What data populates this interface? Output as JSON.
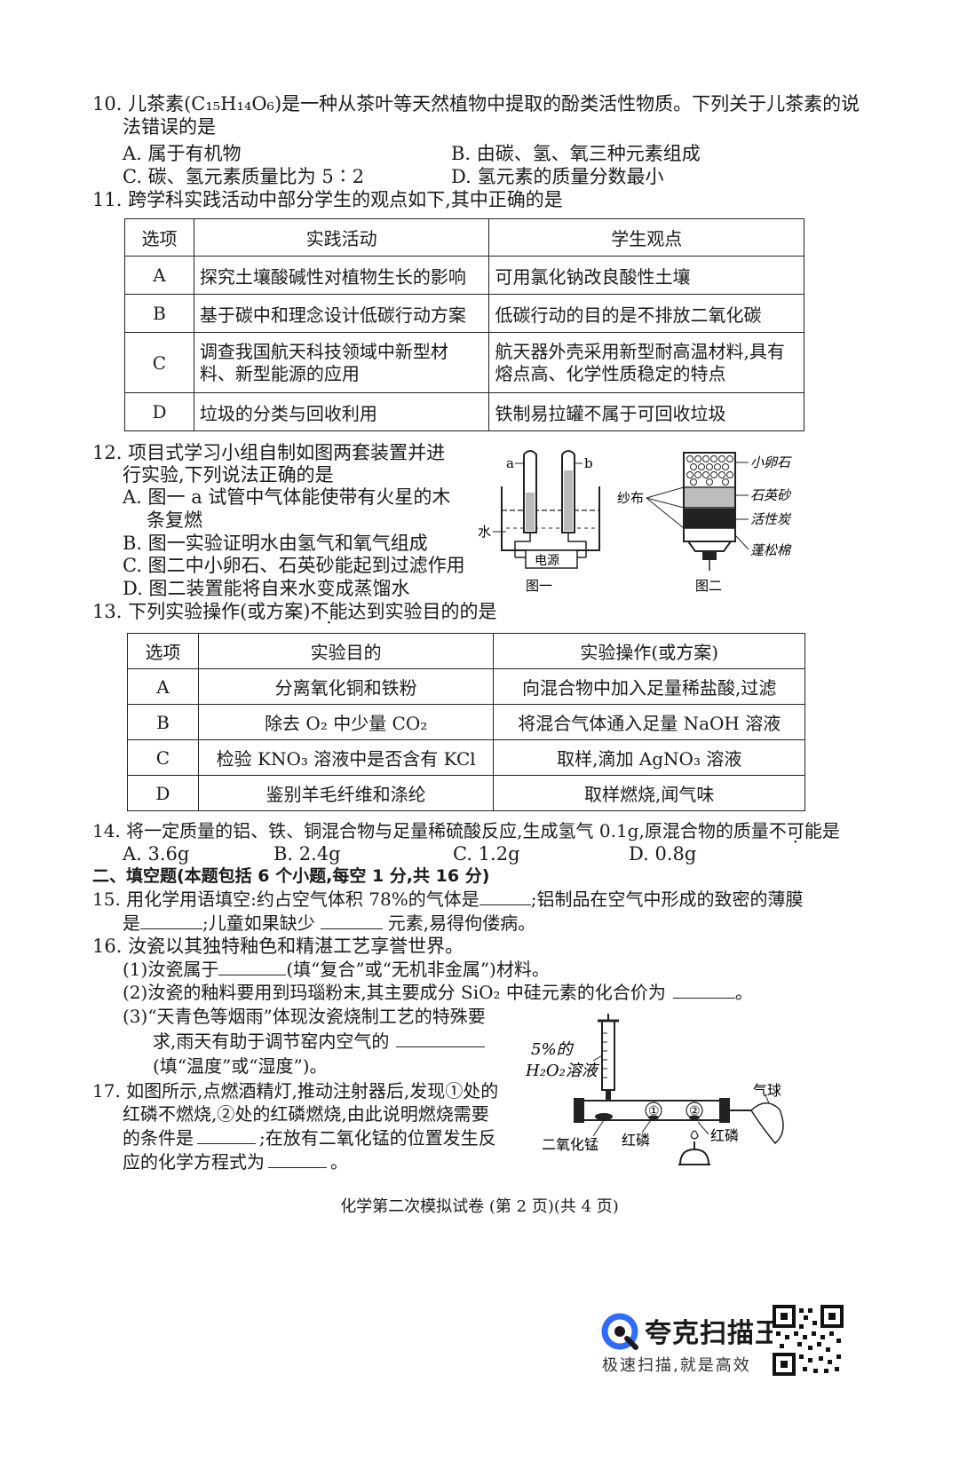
{
  "q10": {
    "stem1": "10. 儿茶素(C₁₅H₁₄O₆)是一种从茶叶等天然植物中提取的酚类活性物质。下列关于儿茶素的说",
    "stem2": "法错误的是",
    "A": "A. 属于有机物",
    "B": "B. 由碳、氢、氧三种元素组成",
    "C": "C. 碳、氢元素质量比为 5∶2",
    "D": "D. 氢元素的质量分数最小"
  },
  "q11": {
    "stem": "11. 跨学科实践活动中部分学生的观点如下,其中正确的是",
    "headers": [
      "选项",
      "实践活动",
      "学生观点"
    ],
    "rows": [
      {
        "opt": "A",
        "activity": "探究土壤酸碱性对植物生长的影响",
        "view": "可用氯化钠改良酸性土壤"
      },
      {
        "opt": "B",
        "activity": "基于碳中和理念设计低碳行动方案",
        "view": "低碳行动的目的是不排放二氧化碳"
      },
      {
        "opt": "C",
        "activity": "调查我国航天科技领域中新型材料、新型能源的应用",
        "view": "航天器外壳采用新型耐高温材料,具有熔点高、化学性质稳定的特点"
      },
      {
        "opt": "D",
        "activity": "垃圾的分类与回收利用",
        "view": "铁制易拉罐不属于可回收垃圾"
      }
    ]
  },
  "q12": {
    "stem1": "12. 项目式学习小组自制如图两套装置并进",
    "stem2": "行实验,下列说法正确的是",
    "A1": "A. 图一 a 试管中气体能使带有火星的木",
    "A2": "条复燃",
    "B": "B. 图一实验证明水由氢气和氧气组成",
    "C": "C. 图二中小卵石、石英砂能起到过滤作用",
    "D": "D. 图二装置能将自来水变成蒸馏水",
    "fig1": {
      "a": "a",
      "b": "b",
      "water": "水",
      "power": "电源",
      "caption": "图一"
    },
    "fig2": {
      "gauze": "纱布",
      "pebble": "小卵石",
      "sand": "石英砂",
      "carbon": "活性炭",
      "cotton": "蓬松棉",
      "caption": "图二"
    }
  },
  "q13": {
    "stem_pre": "13. 下列实验操作(或方案)",
    "stem_emph": "不能",
    "stem_post": "达到实验目的的是",
    "headers": [
      "选项",
      "实验目的",
      "实验操作(或方案)"
    ],
    "rows": [
      {
        "opt": "A",
        "goal": "分离氧化铜和铁粉",
        "op": "向混合物中加入足量稀盐酸,过滤"
      },
      {
        "opt": "B",
        "goal": "除去 O₂ 中少量 CO₂",
        "op": "将混合气体通入足量 NaOH 溶液"
      },
      {
        "opt": "C",
        "goal": "检验 KNO₃ 溶液中是否含有 KCl",
        "op": "取样,滴加 AgNO₃ 溶液"
      },
      {
        "opt": "D",
        "goal": "鉴别羊毛纤维和涤纶",
        "op": "取样燃烧,闻气味"
      }
    ]
  },
  "q14": {
    "stem_pre": "14. 将一定质量的铝、铁、铜混合物与足量稀硫酸反应,生成氢气 0.1g,原混合物的质量",
    "stem_emph": "不可能",
    "stem_post": "是",
    "A": "A. 3.6g",
    "B": "B. 2.4g",
    "C": "C. 1.2g",
    "D": "D. 0.8g"
  },
  "section2": "二、填空题(本题包括 6 个小题,每空 1 分,共 16 分)",
  "q15": {
    "l1a": "15. 用化学用语填空:约占空气体积 78%的气体是",
    "l1b": ";铝制品在空气中形成的致密的薄膜",
    "l2a": "是",
    "l2b": ";儿童如果缺少",
    "l2c": "元素,易得佝偻病。"
  },
  "q16": {
    "stem": "16. 汝瓷以其独特釉色和精湛工艺享誉世界。",
    "p1a": "(1)汝瓷属于",
    "p1b": "(填“复合”或“无机非金属”)材料。",
    "p2a": "(2)汝瓷的釉料要用到玛瑙粉末,其主要成分 SiO₂ 中硅元素的化合价为",
    "p2b": "。",
    "p3a": "(3)“天青色等烟雨”体现汝瓷烧制工艺的特殊要",
    "p3b": "求,雨天有助于调节窑内空气的",
    "p3c": "(填“温度”或“湿度”)。"
  },
  "q17": {
    "l1": "17. 如图所示,点燃酒精灯,推动注射器后,发现①处的",
    "l2": "红磷不燃烧,②处的红磷燃烧,由此说明燃烧需要",
    "l3a": "的条件是",
    "l3b": ";在放有二氧化锰的位置发生反",
    "l4a": "应的化学方程式为",
    "l4b": "。",
    "fig": {
      "h2o2": "5%的",
      "h2o2b": "H₂O₂溶液",
      "balloon": "气球",
      "mno2": "二氧化锰",
      "p1": "红磷",
      "p2": "红磷",
      "n1": "①",
      "n2": "②"
    }
  },
  "footer": "化学第二次模拟试卷 (第 2 页)(共 4 页)",
  "watermark": {
    "brand": "夸克扫描王",
    "slogan": "极速扫描,就是高效"
  }
}
